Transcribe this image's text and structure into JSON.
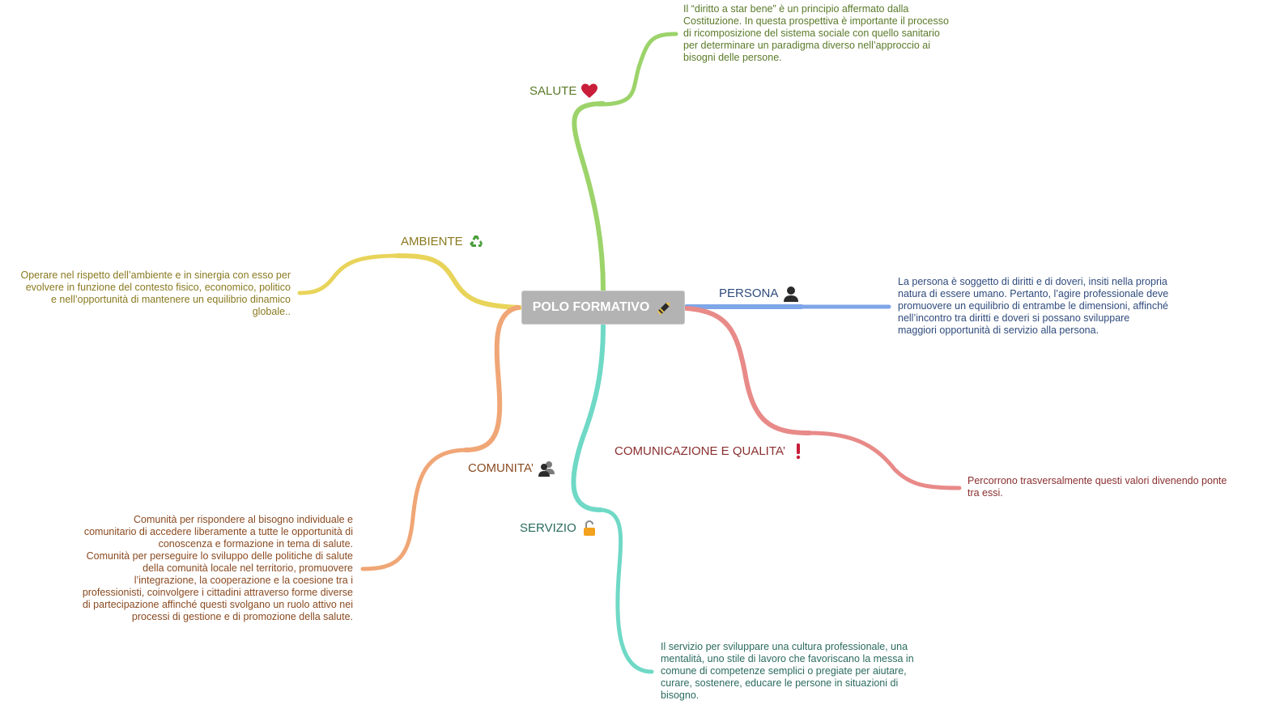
{
  "center": {
    "title": "POLO FORMATIVO",
    "icon": "pencil-icon"
  },
  "branches": {
    "salute": {
      "label": "SALUTE",
      "icon": "heart-icon",
      "color": "#9cd36a",
      "text_color": "#5b7a2a",
      "description": "Il “diritto a star bene” è un principio affermato dalla\nCostituzione. In questa prospettiva è importante il processo\ndi ricomposizione del sistema sociale con quello sanitario\nper determinare un paradigma diverso nell’approccio ai\nbisogni delle persone."
    },
    "ambiente": {
      "label": "AMBIENTE",
      "icon": "recycle-icon",
      "color": "#e8d45a",
      "text_color": "#8a7a20",
      "description": "Operare nel rispetto dell’ambiente e in sinergia con esso per\nevolvere in funzione del contesto fisico, economico, politico\ne nell’opportunità di mantenere un equilibrio dinamico\nglobale.."
    },
    "persona": {
      "label": "PERSONA",
      "icon": "person-icon",
      "color": "#7ea6e8",
      "text_color": "#2f4b7c",
      "description": "La persona è soggetto di diritti e di doveri, insiti nella propria\nnatura di essere umano. Pertanto, l’agire professionale deve\npromuovere un equilibrio di entrambe le dimensioni, affinché\nnell’incontro tra diritti e doveri si possano sviluppare\nmaggiori opportunità di servizio alla persona."
    },
    "comunicazione": {
      "label": "COMUNICAZIONE E QUALITA’",
      "icon": "exclamation-icon",
      "color": "#e88a88",
      "text_color": "#8a2f2f",
      "description": "Percorrono trasversalmente questi valori divenendo ponte\ntra essi."
    },
    "comunita": {
      "label": "COMUNITA’",
      "icon": "group-icon",
      "color": "#f0a676",
      "text_color": "#8a4a20",
      "description": "Comunità per rispondere al bisogno individuale e\ncomunitario di accedere liberamente a tutte le opportunità di\nconoscenza e formazione in tema di salute.\nComunità per perseguire lo sviluppo delle politiche di salute\ndella comunità locale nel territorio, promuovere\nl’integrazione, la cooperazione e la coesione tra i\nprofessionisti, coinvolgere i cittadini attraverso forme diverse\ndi partecipazione affinché questi svolgano un ruolo attivo nei\nprocessi di gestione e di promozione della salute."
    },
    "servizio": {
      "label": "SERVIZIO",
      "icon": "unlock-icon",
      "color": "#6fd9c6",
      "text_color": "#2a6b5e",
      "description": "Il servizio per sviluppare una cultura professionale, una\nmentalità, uno stile di lavoro che favoriscano la messa in\ncomune di competenze semplici o pregiate per aiutare,\ncurare, sostenere, educare le persone in situazioni di\nbisogno."
    }
  }
}
